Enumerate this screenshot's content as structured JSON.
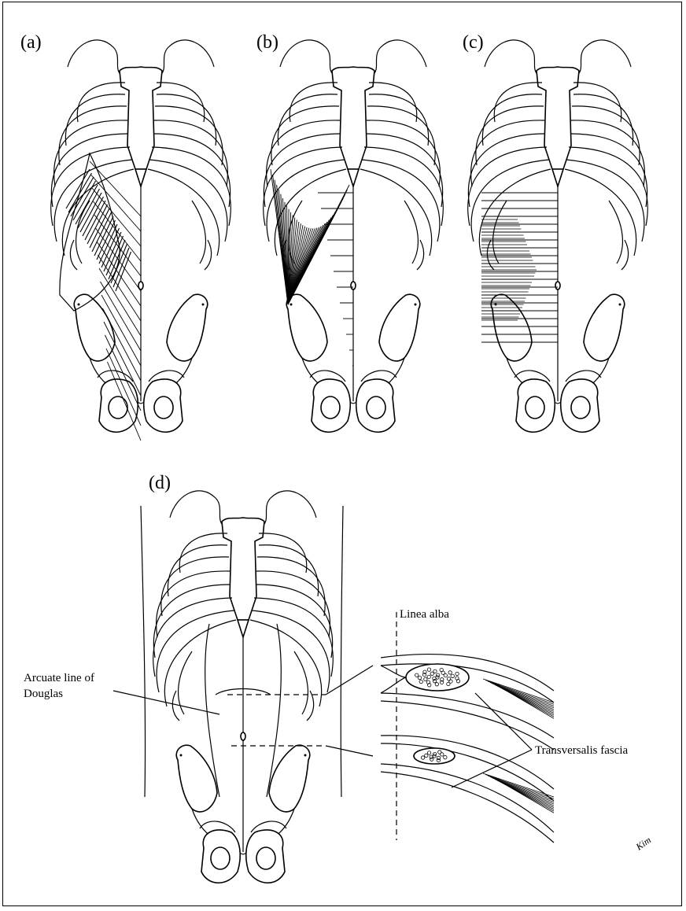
{
  "panels": [
    {
      "label": "(a)"
    },
    {
      "label": "(b)"
    },
    {
      "label": "(c)"
    },
    {
      "label": "(d)"
    }
  ],
  "annotations": {
    "linea_alba": "Linea alba",
    "arcuate_line_1": "Arcuate line of",
    "arcuate_line_2": "Douglas",
    "transversalis_fascia": "Transversalis fascia"
  },
  "signature": "Kim"
}
